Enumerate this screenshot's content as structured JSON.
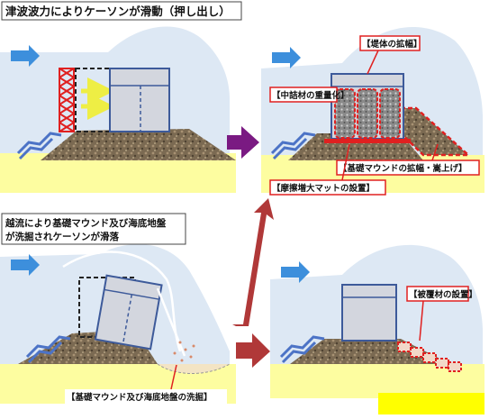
{
  "panels": {
    "top_left_title": "津波波力によりケーソンが滑動（押し出し）",
    "bottom_left_title_line1": "越流により基礎マウンド及び海底地盤",
    "bottom_left_title_line2": "が洗掘されケーソンが滑落"
  },
  "labels": {
    "embankment_widening": "【堤体の拡幅】",
    "fill_weighting": "【中詰材の重量化】",
    "mound_widening": "【基礎マウンドの拡幅・嵩上げ】",
    "friction_mat": "【摩擦増大マットの設置】",
    "scour": "【基礎マウンド及び海底地盤の洗掘】",
    "armor": "【被覆材の設置】"
  },
  "colors": {
    "sea": "#dde8f4",
    "sand": "#fdfda0",
    "mound": "#7a6a52",
    "caisson": "#d3d6de",
    "caisson_border": "#3d5a9a",
    "flow_arrow": "#3d8fdc",
    "transition_purple": "#7a1a82",
    "transition_red": "#b03838",
    "highlight_red": "#e02020",
    "blocks": "#4c73c6"
  }
}
